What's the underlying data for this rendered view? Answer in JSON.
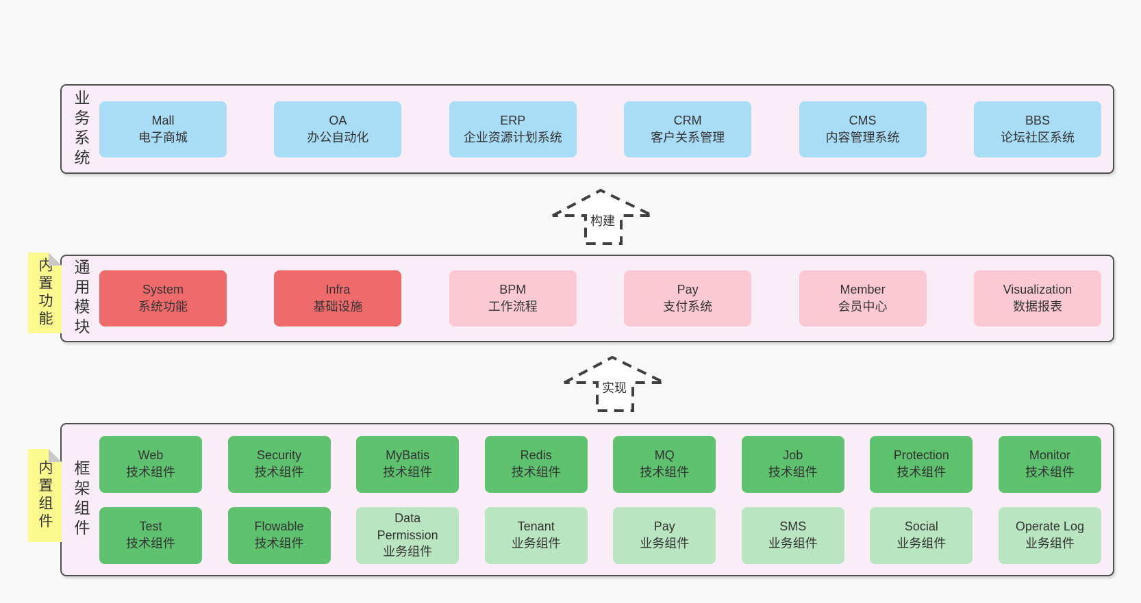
{
  "colors": {
    "page_bg": "#f8f8f8",
    "container_bg": "#f9eef7",
    "container_border": "#4d4d4d",
    "text": "#333333",
    "blue": "#a9dcf5",
    "red": "#ef6a6b",
    "pink": "#fbc9d3",
    "green": "#5ec26f",
    "light_green": "#bae5c1",
    "sticky_yellow": "#fcf98e"
  },
  "arrows": [
    {
      "label": "构建"
    },
    {
      "label": "实现"
    }
  ],
  "layers": [
    {
      "id": "business-systems",
      "label": "业务系统",
      "sticky": null,
      "rows": [
        [
          {
            "name": "Mall",
            "desc": "电子商城",
            "type": "blue"
          },
          {
            "name": "OA",
            "desc": "办公自动化",
            "type": "blue"
          },
          {
            "name": "ERP",
            "desc": "企业资源计划系统",
            "type": "blue"
          },
          {
            "name": "CRM",
            "desc": "客户关系管理",
            "type": "blue"
          },
          {
            "name": "CMS",
            "desc": "内容管理系统",
            "type": "blue"
          },
          {
            "name": "BBS",
            "desc": "论坛社区系统",
            "type": "blue"
          }
        ]
      ]
    },
    {
      "id": "common-modules",
      "label": "通用模块",
      "sticky": "内置功能",
      "rows": [
        [
          {
            "name": "System",
            "desc": "系统功能",
            "type": "red"
          },
          {
            "name": "Infra",
            "desc": "基础设施",
            "type": "red"
          },
          {
            "name": "BPM",
            "desc": "工作流程",
            "type": "pink"
          },
          {
            "name": "Pay",
            "desc": "支付系统",
            "type": "pink"
          },
          {
            "name": "Member",
            "desc": "会员中心",
            "type": "pink"
          },
          {
            "name": "Visualization",
            "desc": "数据报表",
            "type": "pink"
          }
        ]
      ]
    },
    {
      "id": "framework-components",
      "label": "框架组件",
      "sticky": "内置组件",
      "rows": [
        [
          {
            "name": "Web",
            "desc": "技术组件",
            "type": "green"
          },
          {
            "name": "Security",
            "desc": "技术组件",
            "type": "green"
          },
          {
            "name": "MyBatis",
            "desc": "技术组件",
            "type": "green"
          },
          {
            "name": "Redis",
            "desc": "技术组件",
            "type": "green"
          },
          {
            "name": "MQ",
            "desc": "技术组件",
            "type": "green"
          },
          {
            "name": "Job",
            "desc": "技术组件",
            "type": "green"
          },
          {
            "name": "Protection",
            "desc": "技术组件",
            "type": "green"
          },
          {
            "name": "Monitor",
            "desc": "技术组件",
            "type": "green"
          }
        ],
        [
          {
            "name": "Test",
            "desc": "技术组件",
            "type": "green"
          },
          {
            "name": "Flowable",
            "desc": "技术组件",
            "type": "green"
          },
          {
            "name": "Data Permission",
            "desc": "业务组件",
            "type": "light-green"
          },
          {
            "name": "Tenant",
            "desc": "业务组件",
            "type": "light-green"
          },
          {
            "name": "Pay",
            "desc": "业务组件",
            "type": "light-green"
          },
          {
            "name": "SMS",
            "desc": "业务组件",
            "type": "light-green"
          },
          {
            "name": "Social",
            "desc": "业务组件",
            "type": "light-green"
          },
          {
            "name": "Operate Log",
            "desc": "业务组件",
            "type": "light-green"
          }
        ]
      ]
    }
  ]
}
